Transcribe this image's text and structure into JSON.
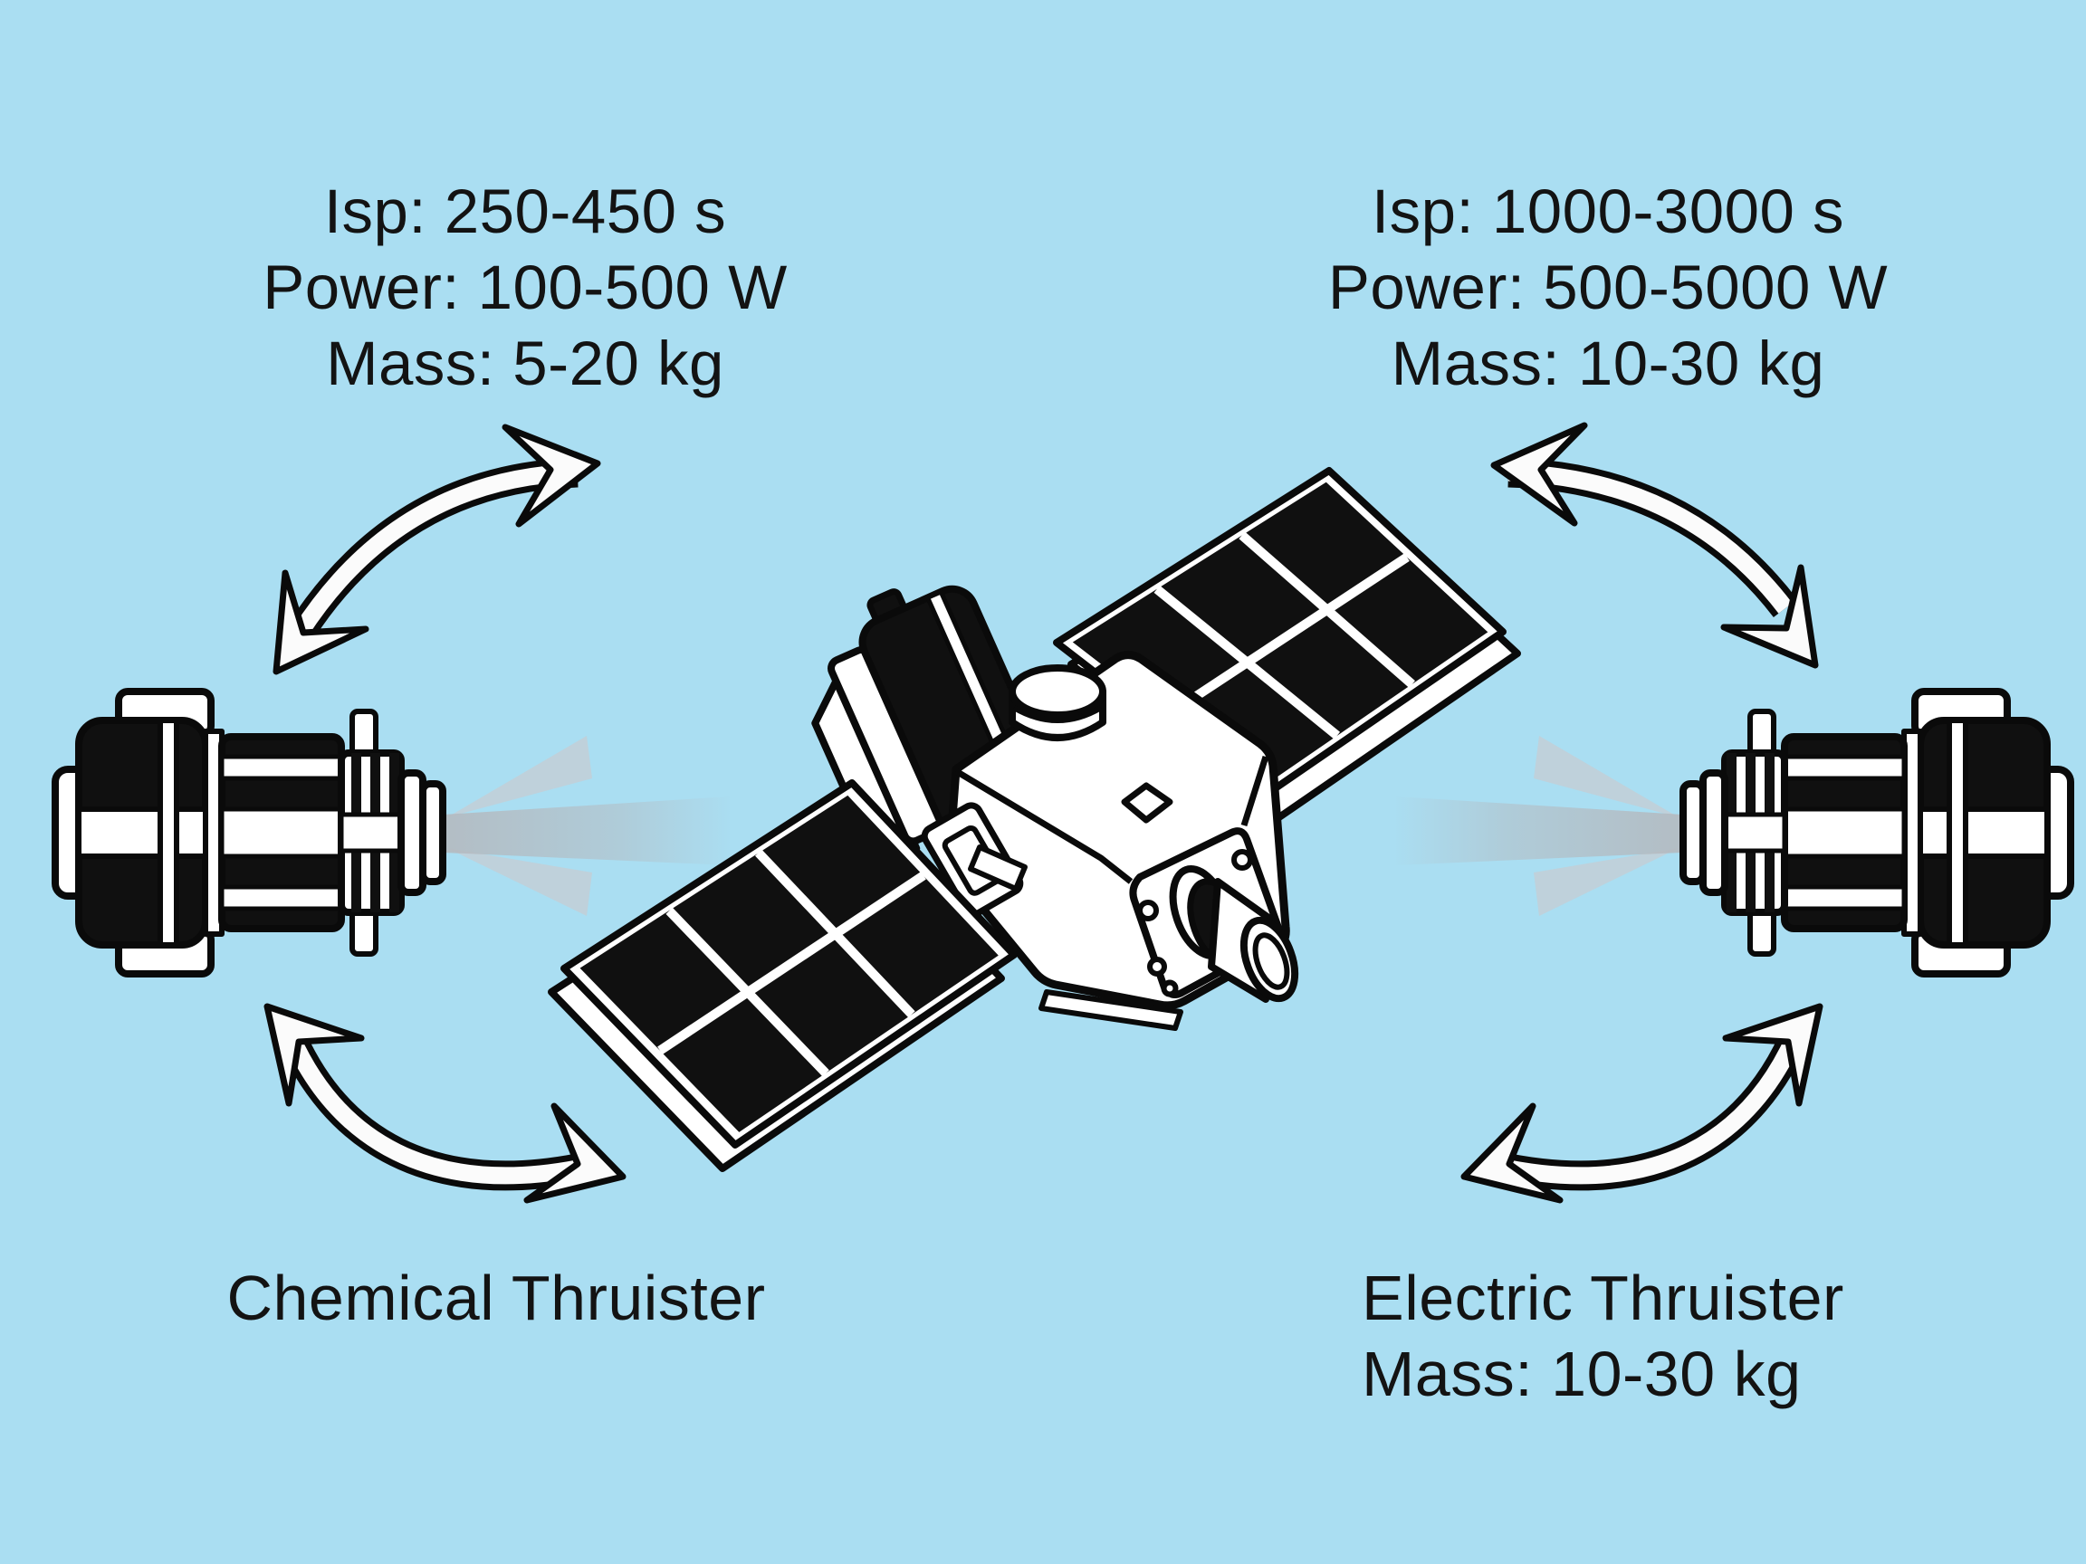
{
  "colors": {
    "background": "#aadef2",
    "ink": "#131313",
    "line_art": "#0a0a0a",
    "art_fill": "#ffffff",
    "solar_cell": "#101010",
    "plume": "#b4bac0"
  },
  "left_thruster": {
    "specs": [
      "Isp: 250-450 s",
      "Power: 100-500 W",
      "Mass: 5-20 kg"
    ],
    "label": "Chemical Thruister"
  },
  "right_thruster": {
    "specs": [
      "Isp: 1000-3000 s",
      "Power: 500-5000 W",
      "Mass: 10-30 kg"
    ],
    "label": "Electric Thruister",
    "label_line2": "Mass: 10-30 kg"
  },
  "icons": {
    "satellite": "satellite-icon",
    "chemical_thruster": "chemical-thruster-icon",
    "electric_thruster": "electric-thruster-icon",
    "swap_arrows": [
      "swap-arrow-top-left",
      "swap-arrow-top-right",
      "swap-arrow-bottom-left",
      "swap-arrow-bottom-right"
    ]
  }
}
